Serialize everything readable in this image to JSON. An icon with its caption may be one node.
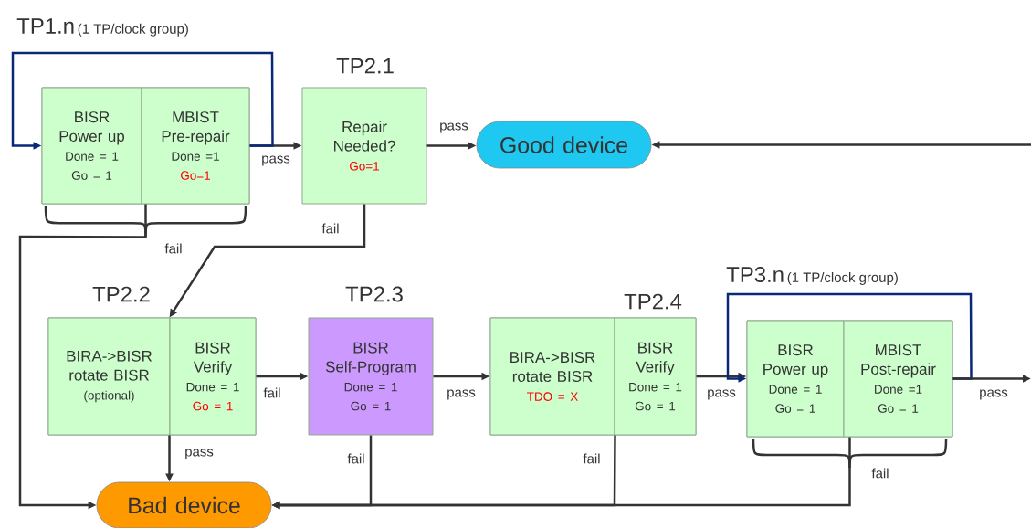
{
  "diagram": {
    "nodes": [
      {
        "text": [
          "TP1.n",
          "(1 TP/clock group)"
        ]
      },
      {
        "text": [
          "BISR Power up",
          "Done = 1",
          "Go = 1"
        ],
        "in": 0
      },
      {
        "text": [
          "MBIST Pre-repair",
          "Done =1",
          "Go=1"
        ],
        "in": 0
      },
      {
        "text": [
          "TP2.1",
          "Repair Needed?",
          "Go=1"
        ]
      },
      {
        "text": [
          "Good device"
        ]
      },
      {
        "text": [
          "TP2.2"
        ]
      },
      {
        "text": [
          "BIRA->BISR rotate BISR",
          "(optional)"
        ],
        "in": 5
      },
      {
        "text": [
          "BISR Verify",
          "Done = 1",
          "Go = 1"
        ],
        "in": 5
      },
      {
        "text": [
          "TP2.3",
          "BISR Self-Program",
          "Done = 1",
          "Go = 1"
        ]
      },
      {
        "text": [
          "TP2.4"
        ]
      },
      {
        "text": [
          "BIRA->BISR rotate BISR",
          "TDO = X"
        ],
        "in": 9
      },
      {
        "text": [
          "BISR Verify",
          "Done = 1",
          "Go = 1"
        ],
        "in": 9
      },
      {
        "text": [
          "TP3.n",
          "(1 TP/clock group)"
        ]
      },
      {
        "text": [
          "BISR Power up",
          "Done = 1",
          "Go = 1"
        ],
        "in": 12
      },
      {
        "text": [
          "MBIST Post-repair",
          "Done =1",
          "Go = 1"
        ],
        "in": 12
      },
      {
        "text": [
          "Bad device"
        ]
      }
    ],
    "edges": [
      {
        "from": 0,
        "to": 3,
        "label": "pass",
        "arrow": "to"
      },
      {
        "from": 2,
        "to": 1,
        "arrow": "to",
        "color": "#0a2878"
      },
      {
        "from": 3,
        "to": 4,
        "label": "pass",
        "arrow": "to"
      },
      {
        "from": null,
        "to": 4,
        "arrow": "to"
      },
      {
        "from": 0,
        "to": 15,
        "label": "fail",
        "arrow": "to"
      },
      {
        "from": 3,
        "to": 7,
        "label": "fail",
        "arrow": "to"
      },
      {
        "from": 7,
        "to": 8,
        "label": "fail",
        "arrow": "to"
      },
      {
        "from": 7,
        "to": 15,
        "label": "pass",
        "arrow": "to"
      },
      {
        "from": 8,
        "to": 10,
        "label": "pass",
        "arrow": "to"
      },
      {
        "from": 8,
        "to": 15,
        "label": "fail",
        "arrow": "to"
      },
      {
        "from": 11,
        "to": 12,
        "label": "pass",
        "arrow": "to"
      },
      {
        "from": 9,
        "to": 15,
        "label": "fail",
        "arrow": "to"
      },
      {
        "from": 14,
        "to": 13,
        "arrow": "to",
        "color": "#0a2878"
      },
      {
        "from": 12,
        "to": 15,
        "label": "fail",
        "arrow": "to"
      },
      {
        "from": 12,
        "to": null,
        "label": "pass",
        "arrow": "to"
      }
    ]
  }
}
